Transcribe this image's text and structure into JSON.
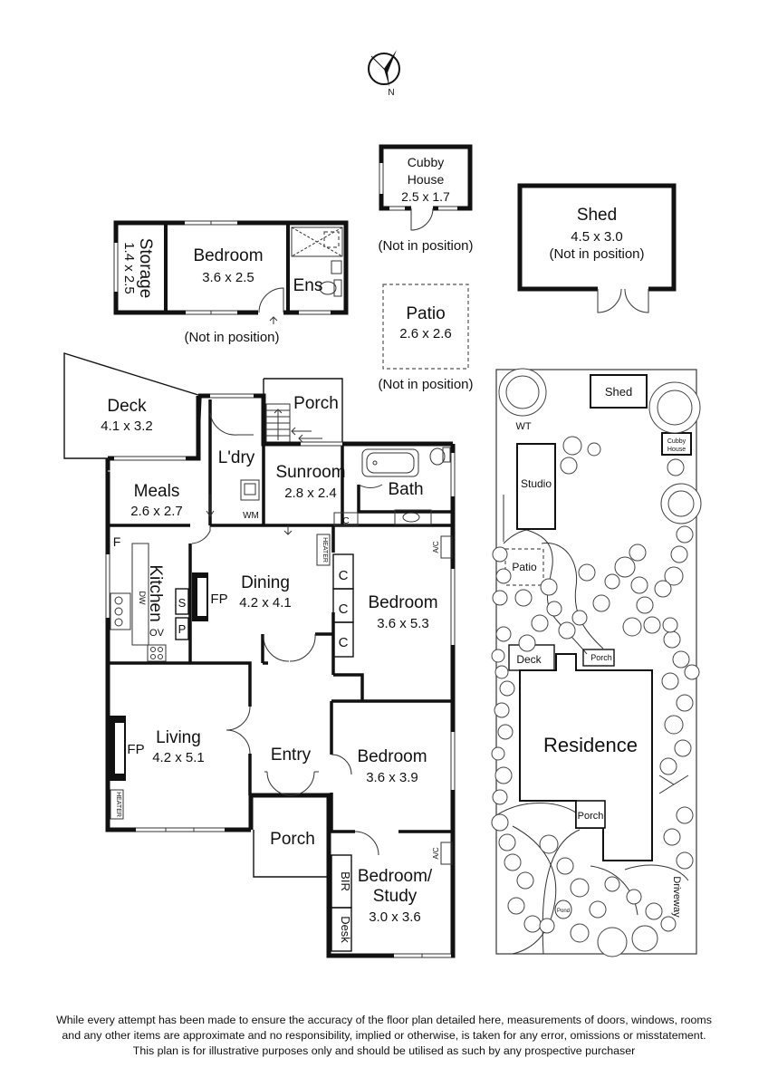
{
  "compass": {
    "label": "N"
  },
  "rooms": {
    "cubby": {
      "name_1": "Cubby",
      "name_2": "House",
      "dim": "2.5 x 1.7",
      "note": "(Not in position)"
    },
    "shed": {
      "name": "Shed",
      "dim": "4.5 x 3.0",
      "note": "(Not in position)"
    },
    "storage": {
      "name": "Storage",
      "dim": "1.4 x 2.5"
    },
    "bedroom_out": {
      "name": "Bedroom",
      "dim": "3.6 x 2.5",
      "note": "(Not in position)"
    },
    "ens": {
      "name": "Ens"
    },
    "patio": {
      "name": "Patio",
      "dim": "2.6 x 2.6",
      "note": "(Not in position)"
    },
    "deck": {
      "name": "Deck",
      "dim": "4.1 x 3.2"
    },
    "porch_back": {
      "name": "Porch"
    },
    "ldry": {
      "name": "L'dry",
      "wm": "WM"
    },
    "sunroom": {
      "name": "Sunroom",
      "dim": "2.8 x 2.4"
    },
    "bath": {
      "name": "Bath"
    },
    "meals": {
      "name": "Meals",
      "dim": "2.6 x 2.7"
    },
    "kitchen": {
      "name": "Kitchen",
      "f": "F",
      "dw": "DW",
      "ov": "OV",
      "s": "S",
      "p": "P"
    },
    "dining": {
      "name": "Dining",
      "dim": "4.2 x 4.1",
      "fp": "FP",
      "heater": "HEATER"
    },
    "bedroom_1": {
      "name": "Bedroom",
      "dim": "3.6 x 5.3",
      "ac": "A/C",
      "c": "C"
    },
    "living": {
      "name": "Living",
      "dim": "4.2 x 5.1",
      "fp": "FP",
      "heater": "HEATER"
    },
    "entry": {
      "name": "Entry"
    },
    "bedroom_2": {
      "name": "Bedroom",
      "dim": "3.6 x 3.9"
    },
    "porch_front": {
      "name": "Porch"
    },
    "bedroom_study": {
      "name_1": "Bedroom/",
      "name_2": "Study",
      "dim": "3.0 x 3.6",
      "ac": "A/C",
      "bir": "BIR",
      "desk": "Desk"
    }
  },
  "site": {
    "shed": "Shed",
    "wt": "WT",
    "cubby_1": "Cubby",
    "cubby_2": "House",
    "studio": "Studio",
    "patio": "Patio",
    "deck": "Deck",
    "porch_back": "Porch",
    "residence": "Residence",
    "porch_front": "Porch",
    "pond": "Pond",
    "driveway": "Driveway"
  },
  "disclaimer": {
    "line1": "While every attempt has been made to ensure the accuracy of the floor plan detailed here, measurements of doors, windows, rooms",
    "line2": "and any other items are approximate and no responsibility, implied or otherwise, is taken for any error, omissions or misstatement.",
    "line3": "This plan is for illustrative purposes only and should be utilised as such by any prospective purchaser"
  }
}
